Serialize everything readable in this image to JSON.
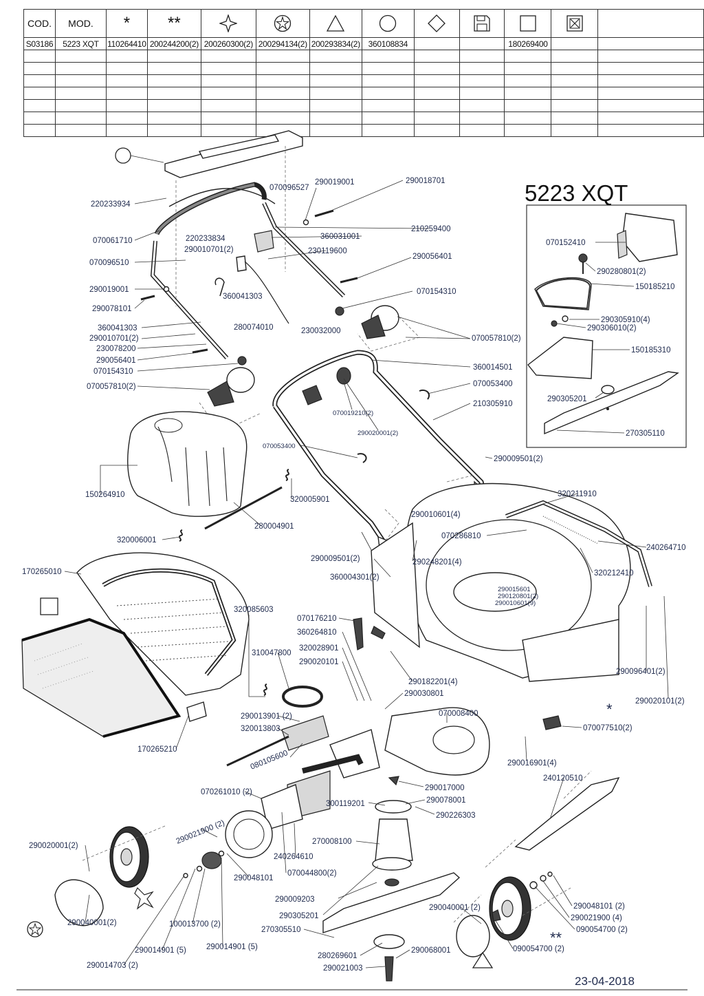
{
  "table": {
    "headers": [
      "COD.",
      "MOD.",
      "*",
      "**",
      "diamond-star-icon",
      "circle-star-icon",
      "triangle-icon",
      "circle-icon",
      "diamond-icon",
      "floppy-disk-icon",
      "square-icon",
      "box-x-icon",
      ""
    ],
    "header_text": {
      "cod": "COD.",
      "mod": "MOD.",
      "asterisk": "*",
      "double_asterisk": "**"
    },
    "row1": [
      "S03186",
      "5223 XQT",
      "110264410",
      "200244200(2)",
      "200260300(2)",
      "200294134(2)",
      "200293834(2)",
      "360108834",
      "",
      "",
      "180269400",
      "",
      ""
    ],
    "empty_rows": 7
  },
  "model_title": "5223 XQT",
  "date": "23-04-2018",
  "inset_markers": {
    "asterisk": "*",
    "double_asterisk": "**"
  },
  "labels": {
    "l220233934": "220233934",
    "l070096527": "070096527",
    "l290019001a": "290019001",
    "l290018701": "290018701",
    "l070061710": "070061710",
    "l220233834": "220233834",
    "l290010701a": "290010701(2)",
    "l360031001": "360031001",
    "l210259400": "210259400",
    "l230119600": "230119600",
    "l070096510": "070096510",
    "l290056401a": "290056401",
    "l290019001b": "290019001",
    "l360041303a": "360041303",
    "l070154310a": "070154310",
    "l290078101": "290078101",
    "l280074010": "280074010",
    "l360041303b": "360041303",
    "l230032000": "230032000",
    "l290010701b": "290010701(2)",
    "l070057810a": "070057810(2)",
    "l230078200": "230078200",
    "l290056401b": "290056401",
    "l360014501": "360014501",
    "l070154310b": "070154310",
    "l070053400a": "070053400",
    "l070057810b": "070057810(2)",
    "l070019210": "070019210(2)",
    "l210305910": "210305910",
    "l290020001a": "290020001(2)",
    "l070053400b": "070053400",
    "l290009501a": "290009501(2)",
    "l150264910": "150264910",
    "l320005901": "320005901",
    "l320211910": "320211910",
    "l290010601": "290010601(4)",
    "l070286810": "070286810",
    "l280004901": "280004901",
    "l240264710": "240264710",
    "l320006001": "320006001",
    "l290009501b": "290009501(2)",
    "l290248201": "290248201(4)",
    "l170265010": "170265010",
    "l360004301": "360004301(2)",
    "l320212410": "320212410",
    "l290015601": "290015601",
    "l290120801": "290120801(2)",
    "l290010601b": "290010601(9)",
    "l320085603": "320085603",
    "l070176210": "070176210",
    "l360264810": "360264810",
    "l310047800": "310047800",
    "l320028901": "320028901",
    "l290020101a": "290020101",
    "l290096401": "290096401(2)",
    "l290182201": "290182201(4)",
    "l290030801": "290030801",
    "l290020101b": "290020101(2)",
    "l290013901": "290013901 (2)",
    "l320013803": "320013803",
    "l070008400": "070008400",
    "l070077510": "070077510(2)",
    "l170265210": "170265210",
    "l080105600": "080105600",
    "l290016901": "290016901(4)",
    "l240120510": "240120510",
    "l070261010": "070261010 (2)",
    "l290017000": "290017000",
    "l300119201": "300119201",
    "l290078001": "290078001",
    "l290226303": "290226303",
    "l290021900a": "290021900 (2)",
    "l270008100": "270008100",
    "l290020001b": "290020001(2)",
    "l240264610": "240264610",
    "l290048101a": "290048101",
    "l070044800": "070044800(2)",
    "l290040001a": "290040001(2)",
    "l290009203": "290009203",
    "l290040001b": "290040001 (2)",
    "l290048101b": "290048101 (2)",
    "l100013700": "100013700 (2)",
    "l290305201": "290305201",
    "l290021900b": "290021900 (4)",
    "l270305510": "270305510",
    "l090054700a": "090054700 (2)",
    "l290014901a": "290014901 (5)",
    "l290014901b": "290014901 (5)",
    "l280269601": "280269601",
    "l290068001": "290068001",
    "l090054700b": "090054700 (2)",
    "l290014703": "290014703 (2)",
    "l290021003": "290021003",
    "l070152410": "070152410",
    "l290280801": "290280801(2)",
    "l150185210": "150185210",
    "l290305910": "290305910(4)",
    "l290306010": "290306010(2)",
    "l150185310": "150185310",
    "l290305201b": "290305201",
    "l270305110": "270305110"
  }
}
